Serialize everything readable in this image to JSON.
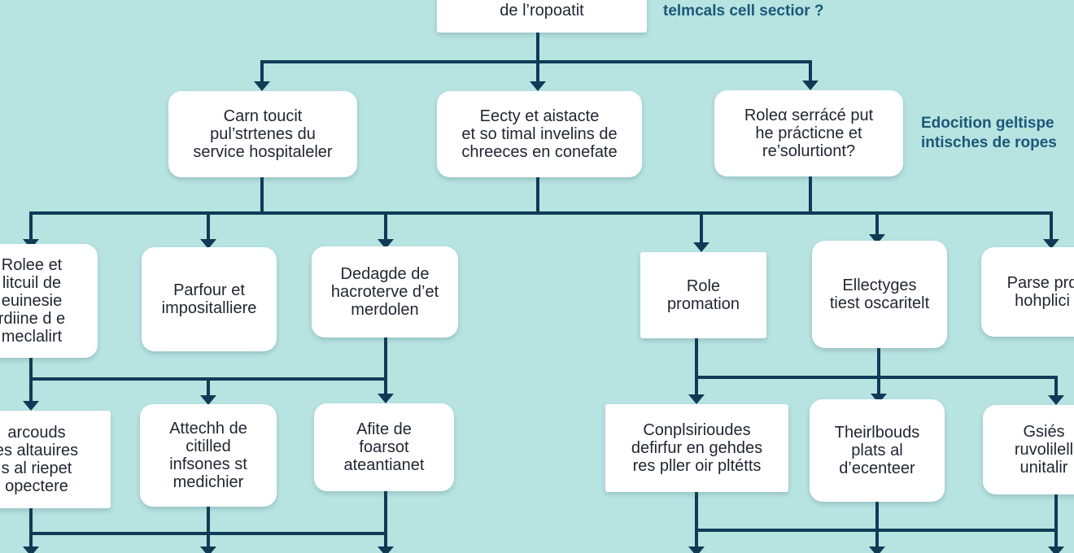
{
  "colors": {
    "background": "#b7e3e1",
    "connector": "#0f3b56",
    "box": "#ffffff",
    "text": "#1f2630",
    "note": "#1b5878"
  },
  "nodes": {
    "root": "de l’ropoatit",
    "l1_left": "Carn toucit\npul’strtenes du\nservice hospitaleler",
    "l1_center": "Eecty et aistacte\net so timal invelins de\nchreeces en conefate",
    "l1_right": "Roleα serrácé put\nhe prácticne et\nre’solurtiont?",
    "l2_a": "Rolee et\nlitcuil de\neuinesie\nrdiine d e\nmeclalirt",
    "l2_b": "Parfour et\nimpositalliere",
    "l2_c": "Dedagde de\nhacroterve d’et\nmerdolen",
    "l2_d": "Role\npromation",
    "l2_e": "Ellectyges\ntiest oscaritelt",
    "l2_f": "Parse prd\nhohplici",
    "l3_a": "arcouds\nes altauires\ns al riepet\nopectere",
    "l3_b": "Attechh de\ncitilled\ninfsones st\nmedichier",
    "l3_c": "Afite de\nfoarsot\nateantianet",
    "l3_d": "Conplsirioudes\ndefirfur en gehdes\nres pller oir pltétts",
    "l3_e": "Theirlbouds\nplats al\nd’ecenteer",
    "l3_f": "Gsiés\nruvolilell\nunitalir"
  },
  "notes": {
    "top_right": "telmcals cell sectior ?",
    "mid_right": "Edocition geltispe\nintisches de ropes"
  }
}
